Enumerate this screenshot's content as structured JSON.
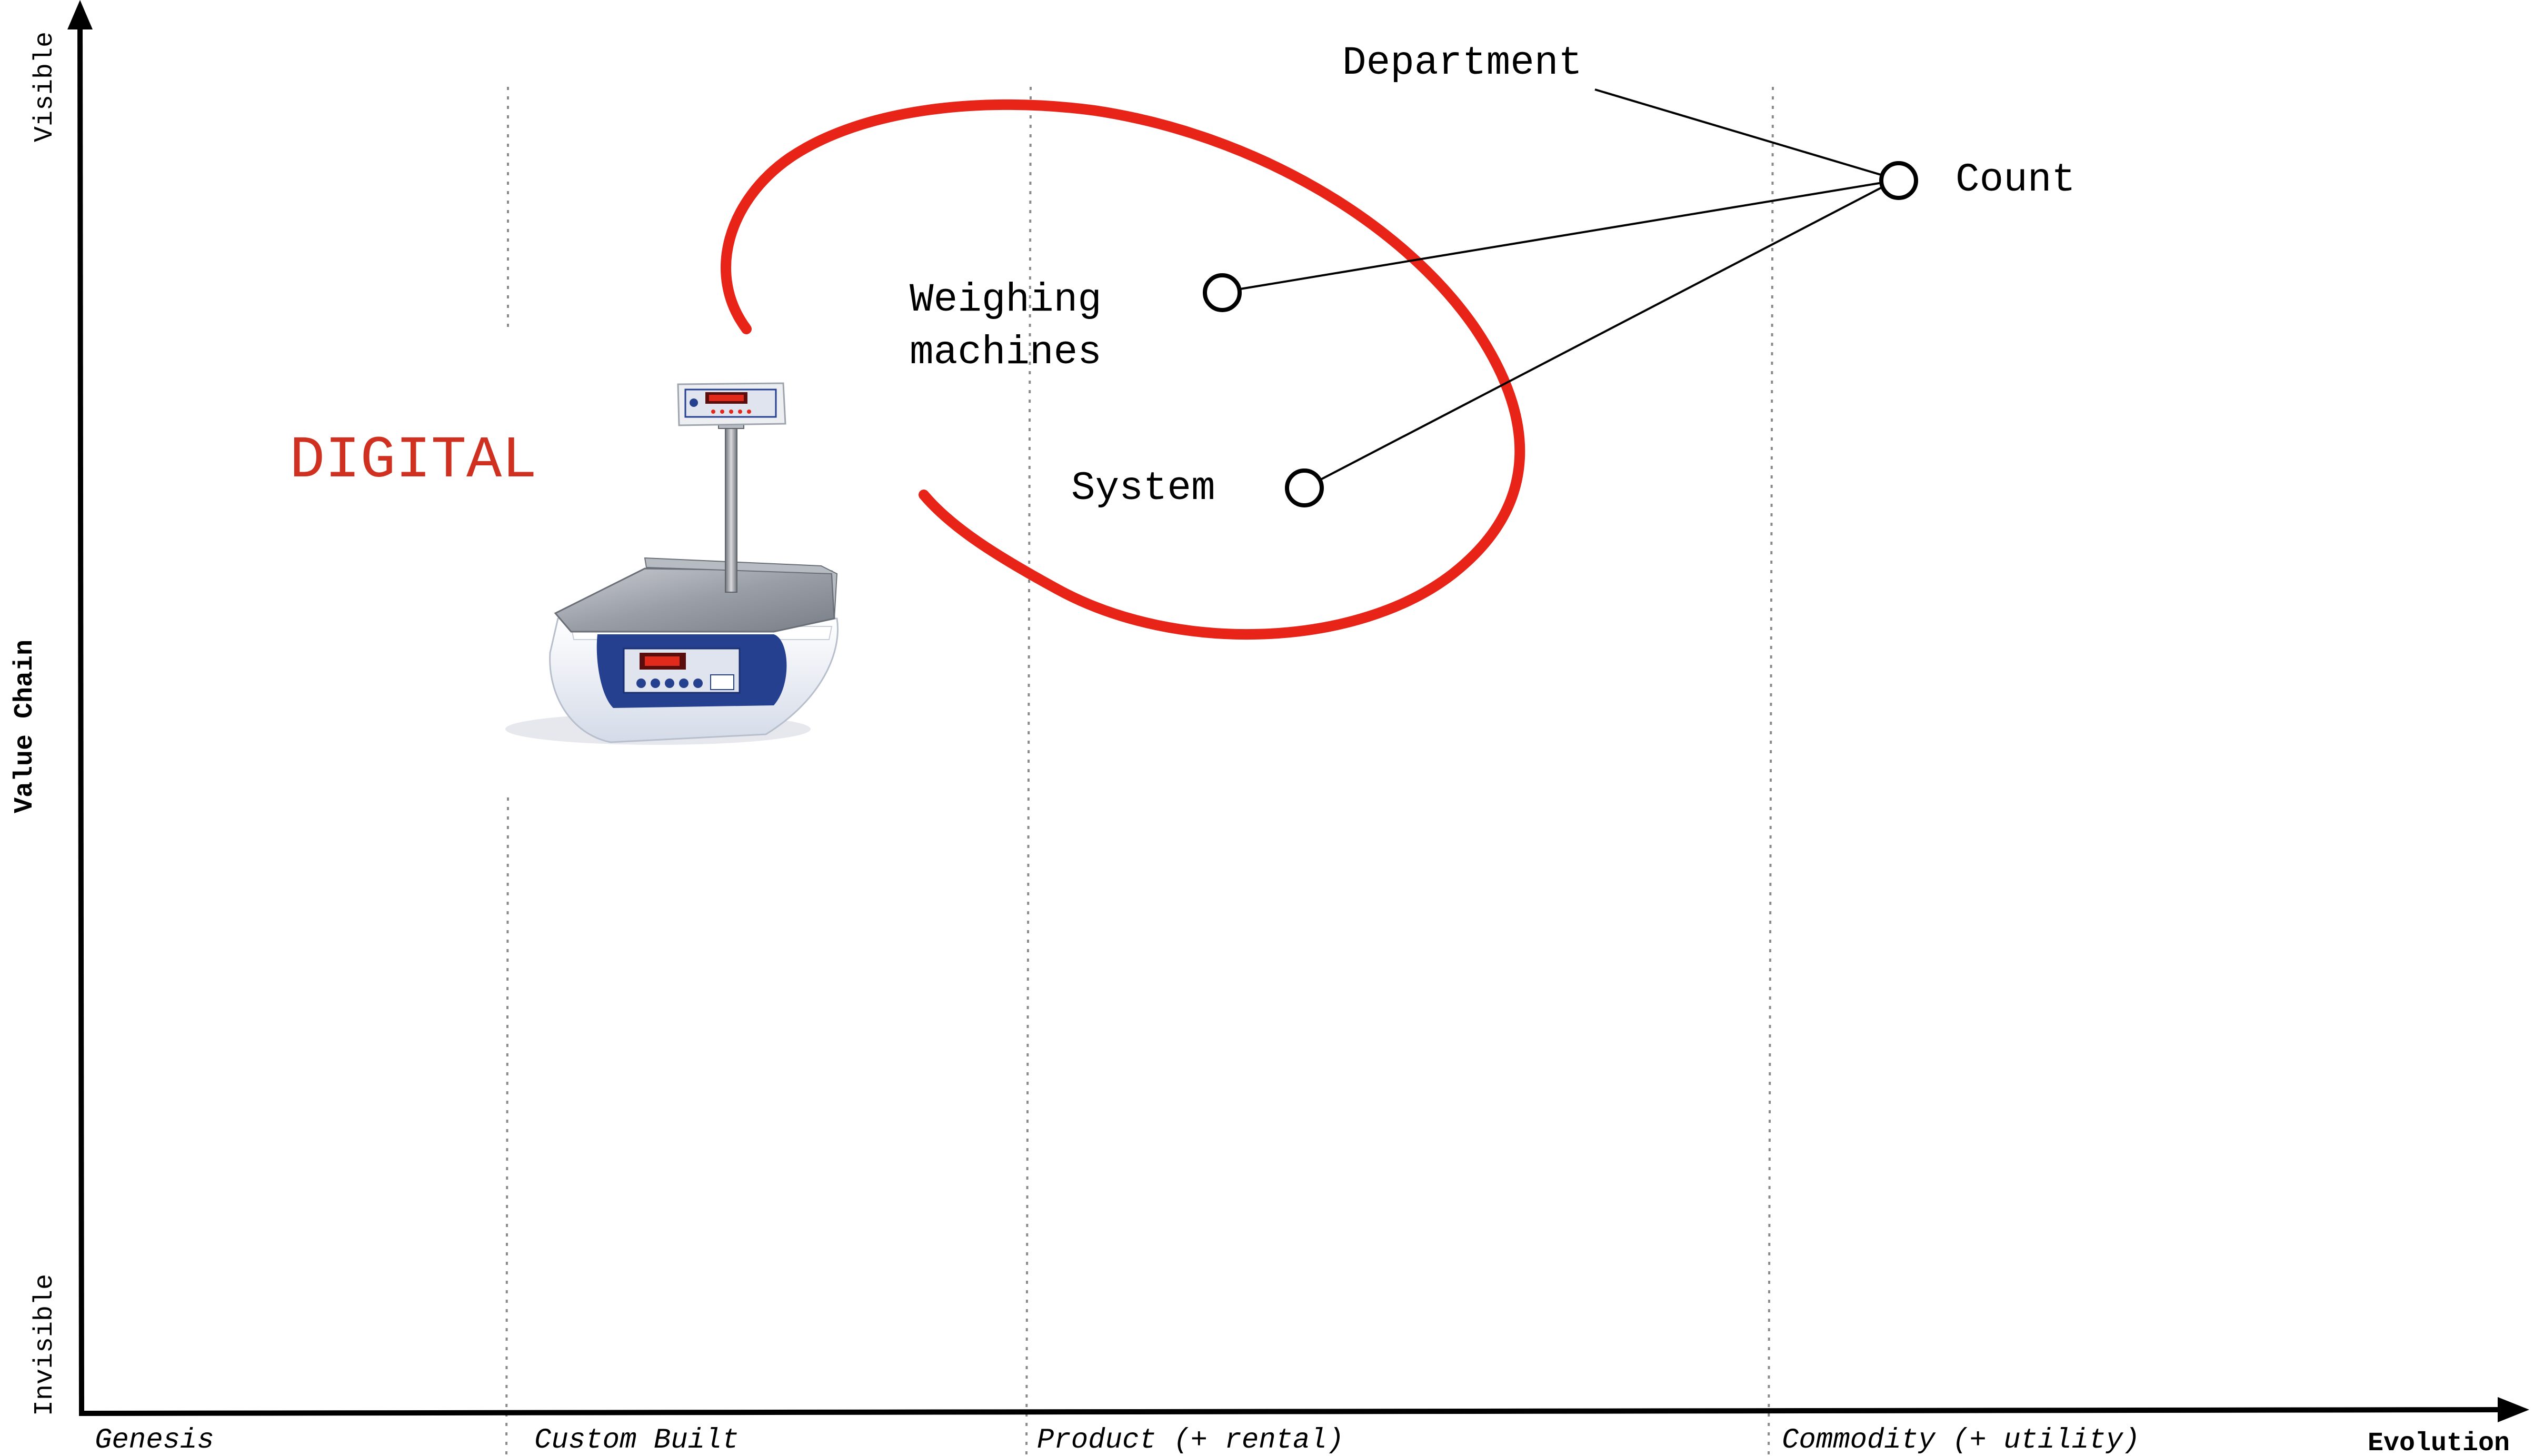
{
  "axes": {
    "y_top": "Visible",
    "y_bottom": "Invisible",
    "y_title": "Value Chain",
    "x_title": "Evolution"
  },
  "stages": [
    "Genesis",
    "Custom Built",
    "Product (+ rental)",
    "Commodity (+ utility)"
  ],
  "components": {
    "department": "Department",
    "count": "Count",
    "weighing_line1": "Weighing",
    "weighing_line2": "machines",
    "system": "System"
  },
  "annotation": {
    "text": "DIGITAL",
    "color": "#d03020"
  },
  "highlight": {
    "color": "#e82418"
  },
  "image": {
    "name": "digital-weighing-scale"
  }
}
